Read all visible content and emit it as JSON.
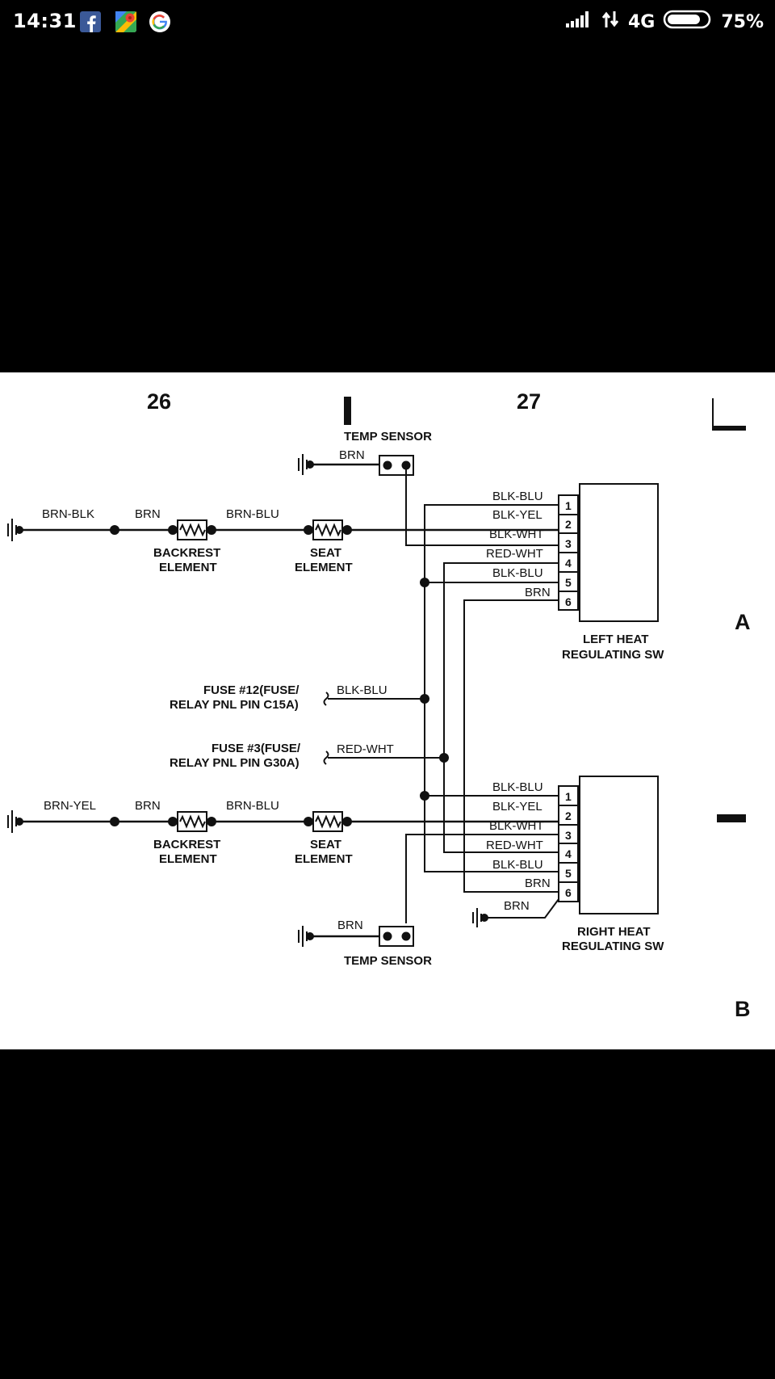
{
  "status_bar": {
    "time": "14:31",
    "network": "4G",
    "battery": "75%"
  },
  "diagram": {
    "page_left": "26",
    "page_right": "27",
    "section_a": "A",
    "section_b": "B",
    "top_sensor": {
      "label": "TEMP SENSOR",
      "wire": "BRN"
    },
    "bottom_sensor": {
      "label": "TEMP SENSOR",
      "wire": "BRN"
    },
    "top_circuit": {
      "wire_ground": "BRN-BLK",
      "wire_mid": "BRN",
      "wire_between": "BRN-BLU",
      "backrest": [
        "BACKREST",
        "ELEMENT"
      ],
      "seat": [
        "SEAT",
        "ELEMENT"
      ]
    },
    "bottom_circuit": {
      "wire_ground": "BRN-YEL",
      "wire_mid": "BRN",
      "wire_between": "BRN-BLU",
      "backrest": [
        "BACKREST",
        "ELEMENT"
      ],
      "seat": [
        "SEAT",
        "ELEMENT"
      ]
    },
    "left_switch": {
      "title": [
        "LEFT HEAT",
        "REGULATING SW"
      ],
      "pins": [
        "1",
        "2",
        "3",
        "4",
        "5",
        "6"
      ],
      "wires": [
        "BLK-BLU",
        "BLK-YEL",
        "BLK-WHT",
        "RED-WHT",
        "BLK-BLU",
        "BRN"
      ]
    },
    "right_switch": {
      "title": [
        "RIGHT HEAT",
        "REGULATING SW"
      ],
      "pins": [
        "1",
        "2",
        "3",
        "4",
        "5",
        "6"
      ],
      "wires": [
        "BLK-BLU",
        "BLK-YEL",
        "BLK-WHT",
        "RED-WHT",
        "BLK-BLU",
        "BRN"
      ],
      "ground_wire": "BRN"
    },
    "fuse_12": {
      "lines": [
        "FUSE #12(FUSE/",
        "RELAY PNL PIN C15A)"
      ],
      "wire": "BLK-BLU"
    },
    "fuse_3": {
      "lines": [
        "FUSE #3(FUSE/",
        "RELAY PNL PIN G30A)"
      ],
      "wire": "RED-WHT"
    }
  }
}
